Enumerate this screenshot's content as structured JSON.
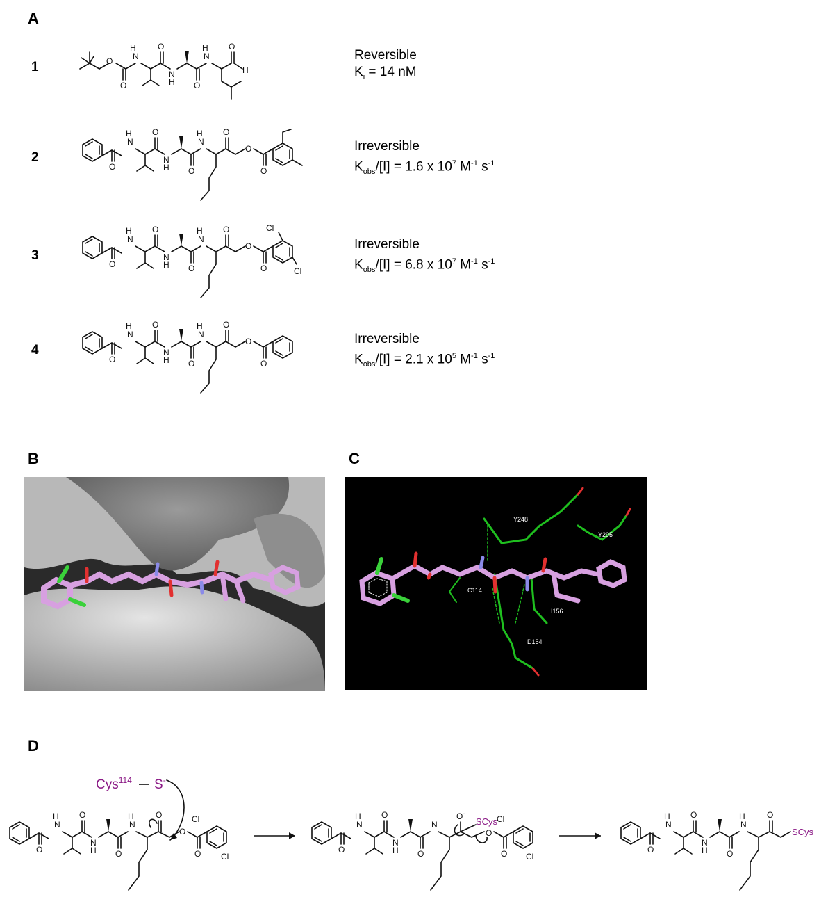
{
  "panels": {
    "a": "A",
    "b": "B",
    "c": "C",
    "d": "D"
  },
  "compounds": [
    {
      "number": "1",
      "type": "Reversible",
      "k_main": "K",
      "k_sub": "i",
      "k_rest": " = 14 nM"
    },
    {
      "number": "2",
      "type": "Irreversible",
      "k_main": "K",
      "k_sub": "obs",
      "k_mid": "/[I] = 1.6 x 10",
      "exp": "7",
      "unit1": " M",
      "unit1_sup": "-1",
      "unit2": " s",
      "unit2_sup": "-1"
    },
    {
      "number": "3",
      "type": "Irreversible",
      "k_main": "K",
      "k_sub": "obs",
      "k_mid": "/[I] = 6.8 x 10",
      "exp": "7",
      "unit1": " M",
      "unit1_sup": "-1",
      "unit2": " s",
      "unit2_sup": "-1"
    },
    {
      "number": "4",
      "type": "Irreversible",
      "k_main": "K",
      "k_sub": "obs",
      "k_mid": "/[I] = 2.1 x 10",
      "exp": "5",
      "unit1": " M",
      "unit1_sup": "-1",
      "unit2": " s",
      "unit2_sup": "-1"
    }
  ],
  "atoms": {
    "O": "O",
    "H": "H",
    "N": "N",
    "Cl": "Cl"
  },
  "panel_c_labels": {
    "y248": "Y248",
    "y295": "Y295",
    "c114": "C114",
    "i156": "I156",
    "d154": "D154"
  },
  "mechanism": {
    "cys": "Cys",
    "cys_sup": "114",
    "s_minus": "S",
    "s_sup": "-",
    "scys": "SCys",
    "o_minus": "O"
  },
  "colors": {
    "ligand": "#d7a0e0",
    "ligand_dark": "#b97ec4",
    "chlorine": "#3ad13a",
    "oxygen": "#e23030",
    "nitrogen": "#8a8ae8",
    "residue": "#1fbf1f",
    "surface": "#a9a9a9",
    "mechanism_purple": "#8b1a86"
  }
}
